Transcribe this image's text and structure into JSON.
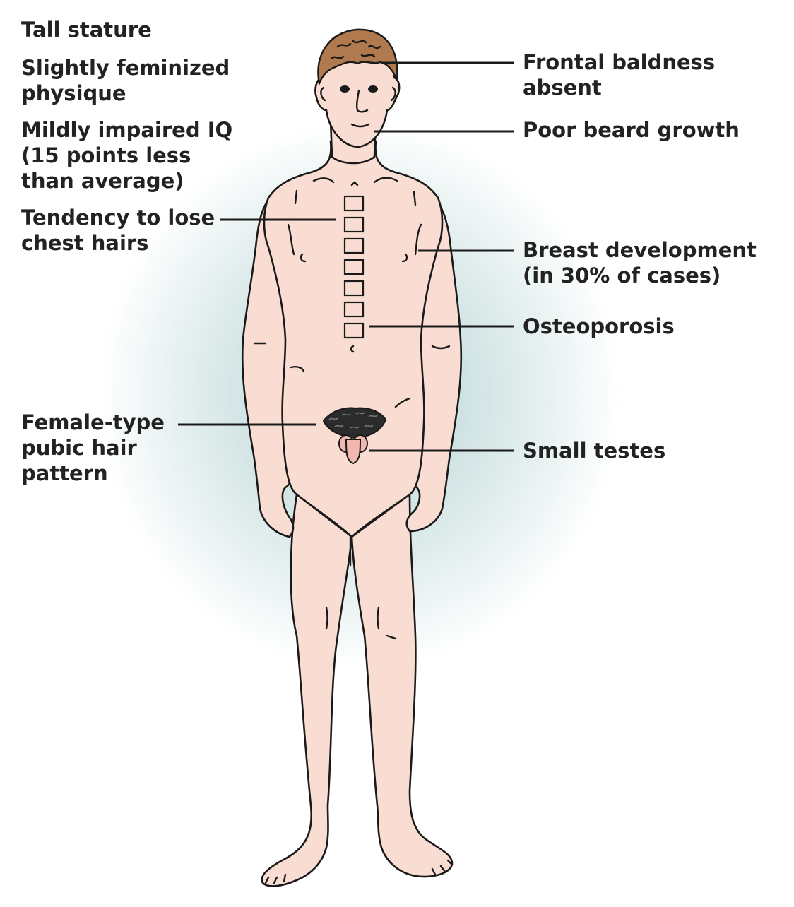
{
  "labels": {
    "tall_stature": [
      "Tall stature"
    ],
    "feminized": [
      "Slightly feminized",
      "physique"
    ],
    "iq": [
      "Mildly impaired IQ",
      "(15 points less",
      "than average)"
    ],
    "chest_hair": [
      "Tendency to lose",
      "chest hairs"
    ],
    "pubic_hair": [
      "Female-type",
      "pubic hair",
      "pattern"
    ],
    "baldness": [
      "Frontal baldness",
      "absent"
    ],
    "beard": [
      "Poor beard growth"
    ],
    "breast": [
      "Breast development",
      "(in 30% of cases)"
    ],
    "osteoporosis": [
      "Osteoporosis"
    ],
    "testes": [
      "Small testes"
    ]
  },
  "colors": {
    "skin": "#f9ddd2",
    "hair": "#b07a4e",
    "outline": "#1a1a1a",
    "glow": "#bcd7d7",
    "text": "#222222"
  }
}
